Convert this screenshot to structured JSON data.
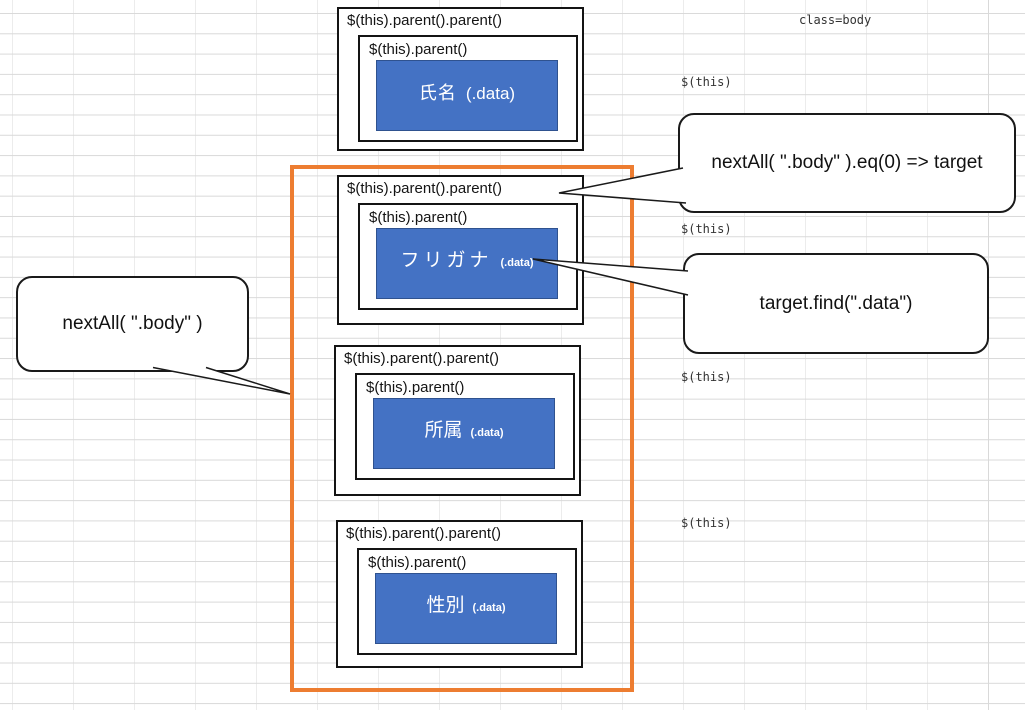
{
  "cells": {
    "class_body": "class=body",
    "this_labels": [
      "$(this)",
      "$(this)",
      "$(this)",
      "$(this)"
    ]
  },
  "groups": [
    {
      "outer_label": "$(this).parent().parent()",
      "inner_label": "$(this).parent()",
      "data_text": "氏名",
      "data_class": "(.data)"
    },
    {
      "outer_label": "$(this).parent().parent()",
      "inner_label": "$(this).parent()",
      "data_text": "フリガナ",
      "data_class": "(.data)"
    },
    {
      "outer_label": "$(this).parent().parent()",
      "inner_label": "$(this).parent()",
      "data_text": "所属",
      "data_class": "(.data)"
    },
    {
      "outer_label": "$(this).parent().parent()",
      "inner_label": "$(this).parent()",
      "data_text": "性別",
      "data_class": "(.data)"
    }
  ],
  "callouts": {
    "target_callout": "nextAll( \".body\" ).eq(0) => target",
    "find_callout": "target.find(\".data\")",
    "nextall_callout": "nextAll( \".body\" )"
  },
  "colors": {
    "data_box_fill": "#4472C4",
    "data_box_border": "#2F528F",
    "highlight_frame": "#ED7D31",
    "grid_line": "#D9D9D9"
  }
}
